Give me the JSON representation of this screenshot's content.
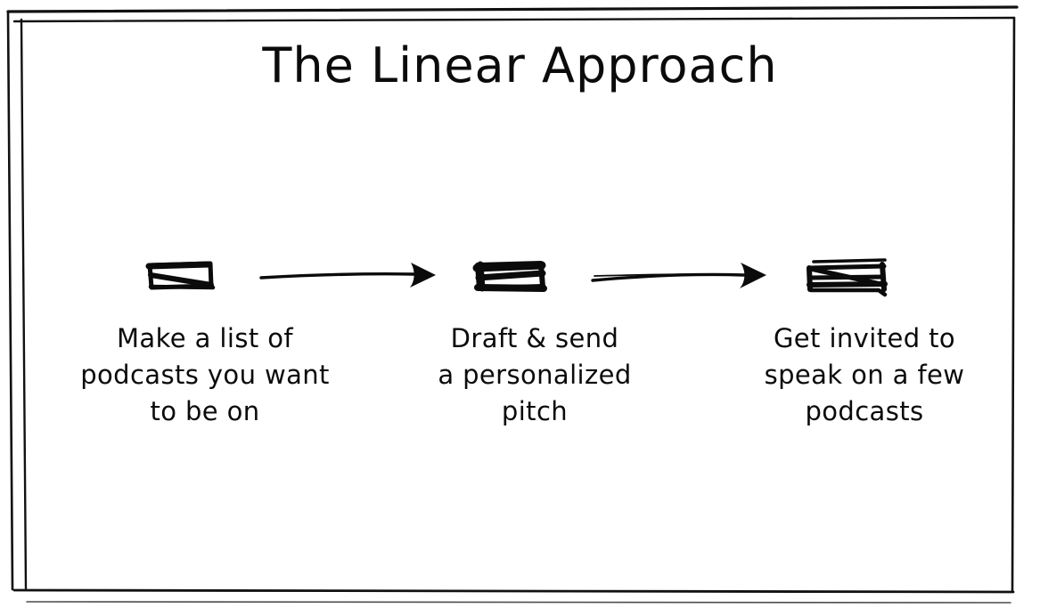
{
  "diagram": {
    "title": "The Linear Approach",
    "background_color": "#ffffff",
    "ink_color": "#0b0b0b",
    "style": "hand-drawn whiteboard sketch",
    "frame": {
      "name": "sketch-border",
      "stroke_color": "#111111"
    },
    "steps": [
      {
        "index": 1,
        "icon": "sketch-rectangle",
        "caption_lines": [
          "Make a list of",
          "podcasts you want",
          "to be on"
        ]
      },
      {
        "index": 2,
        "icon": "sketch-rectangle",
        "caption_lines": [
          "Draft & send",
          "a personalized",
          "pitch"
        ]
      },
      {
        "index": 3,
        "icon": "sketch-rectangle",
        "caption_lines": [
          "Get invited to",
          "speak on a few",
          "podcasts"
        ]
      }
    ],
    "connectors": [
      {
        "index": 1,
        "icon": "arrow-right",
        "from_step": 1,
        "to_step": 2
      },
      {
        "index": 2,
        "icon": "arrow-right",
        "from_step": 2,
        "to_step": 3
      }
    ]
  },
  "chart_data": {
    "type": "diagram",
    "subtype": "linear-flow",
    "title": "The Linear Approach",
    "nodes": [
      "Make a list of podcasts you want to be on",
      "Draft & send a personalized pitch",
      "Get invited to speak on a few podcasts"
    ],
    "edges": [
      {
        "from": 0,
        "to": 1,
        "label": ""
      },
      {
        "from": 1,
        "to": 2,
        "label": ""
      }
    ],
    "direction": "left-to-right"
  }
}
